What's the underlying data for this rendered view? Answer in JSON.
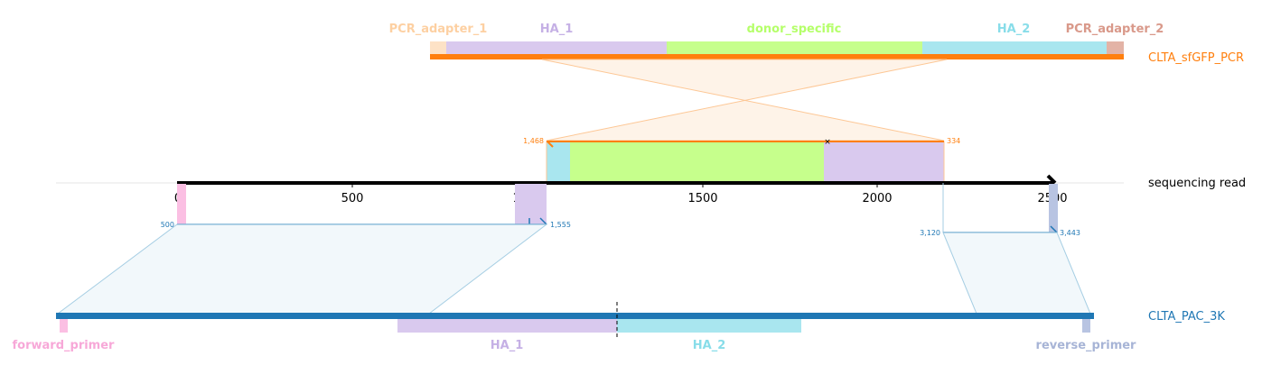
{
  "reference_top": {
    "name": "CLTA_sfGFP_PCR",
    "color": "#ff7f0e",
    "features": [
      {
        "label": "PCR_adapter_1",
        "color": "#fdd0a2"
      },
      {
        "label": "HA_1",
        "color": "#c5b0e5"
      },
      {
        "label": "donor_specific",
        "color": "#b5ff6a"
      },
      {
        "label": "HA_2",
        "color": "#88dde9"
      },
      {
        "label": "PCR_adapter_2",
        "color": "#d9998a"
      }
    ]
  },
  "read": {
    "name": "sequencing read",
    "axis_ticks": [
      "0",
      "500",
      "1000",
      "1500",
      "2000",
      "2500"
    ],
    "top_alignment": {
      "start_label": "1,468",
      "end_label": "334",
      "color": "#ff7f0e"
    },
    "bottom_alignments": [
      {
        "start_label": "500",
        "end_label": "1,555",
        "color": "#1f77b4"
      },
      {
        "start_label": "3,120",
        "end_label": "3,443",
        "color": "#1f77b4"
      }
    ]
  },
  "reference_bottom": {
    "name": "CLTA_PAC_3K",
    "color": "#1f77b4",
    "features": [
      {
        "label": "forward_primer",
        "color": "#f7a8d8"
      },
      {
        "label": "HA_1",
        "color": "#c5b0e5"
      },
      {
        "label": "HA_2",
        "color": "#88dde9"
      },
      {
        "label": "reverse_primer",
        "color": "#a7b4d6"
      }
    ]
  }
}
